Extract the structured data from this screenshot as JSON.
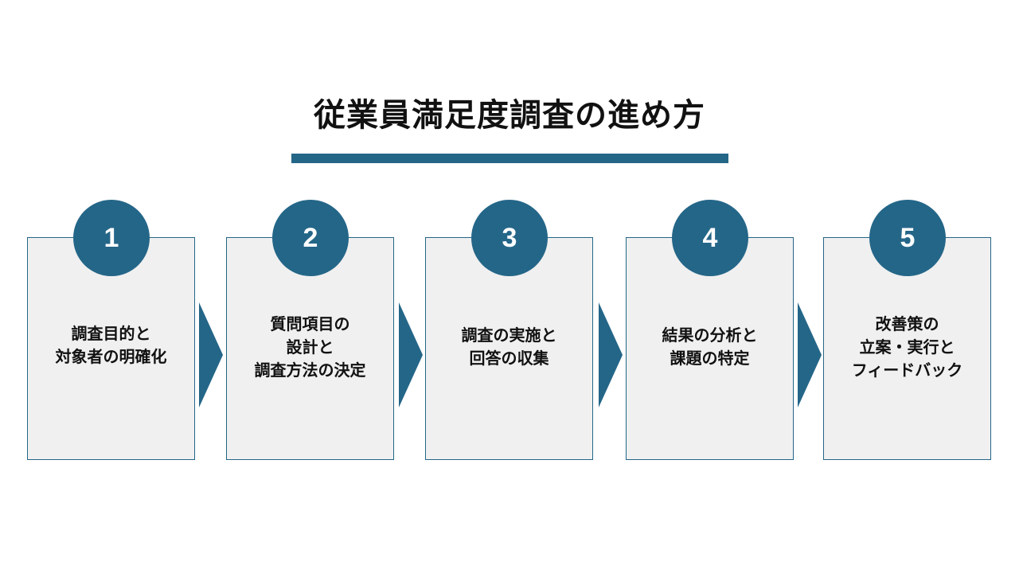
{
  "title": "従業員満足度調査の進め方",
  "accent_color": "#246688",
  "steps": [
    {
      "number": "1",
      "text": "調査目的と\n対象者の明確化"
    },
    {
      "number": "2",
      "text": "質問項目の\n設計と\n調査方法の決定"
    },
    {
      "number": "3",
      "text": "調査の実施と\n回答の収集"
    },
    {
      "number": "4",
      "text": "結果の分析と\n課題の特定"
    },
    {
      "number": "5",
      "text": "改善策の\n立案・実行と\nフィードバック"
    }
  ]
}
